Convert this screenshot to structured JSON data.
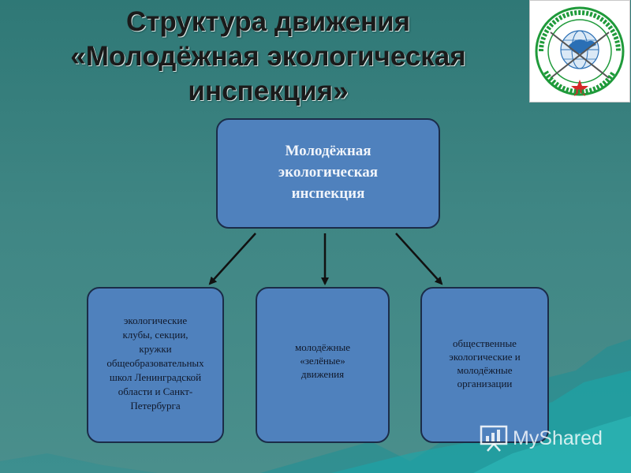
{
  "title": {
    "line1": "Структура движения",
    "line2": "«Молодёжная экологическая",
    "line3": "инспекция»"
  },
  "logo": {
    "text": "Молодёжная экологическая инспекция",
    "colors": {
      "green": "#1f9a3a",
      "red": "#d62828",
      "blue": "#2a6fb5"
    }
  },
  "diagram": {
    "root": {
      "line1": "Молодёжная",
      "line2": "экологическая",
      "line3": "инспекция"
    },
    "children": [
      {
        "lines": [
          "экологические",
          "клубы, секции,",
          "кружки",
          "общеобразовательных",
          "школ Ленинградской",
          "области и Санкт-",
          "Петербурга"
        ]
      },
      {
        "lines": [
          "молодёжные",
          "«зелёные»",
          "движения"
        ]
      },
      {
        "lines": [
          "общественные",
          "экологические и",
          "молодёжные",
          "организации"
        ]
      }
    ],
    "colors": {
      "box_fill": "#4f81bd",
      "box_border": "#1b2c48",
      "arrow": "#111111"
    }
  },
  "watermark": {
    "text": "MyShared"
  }
}
